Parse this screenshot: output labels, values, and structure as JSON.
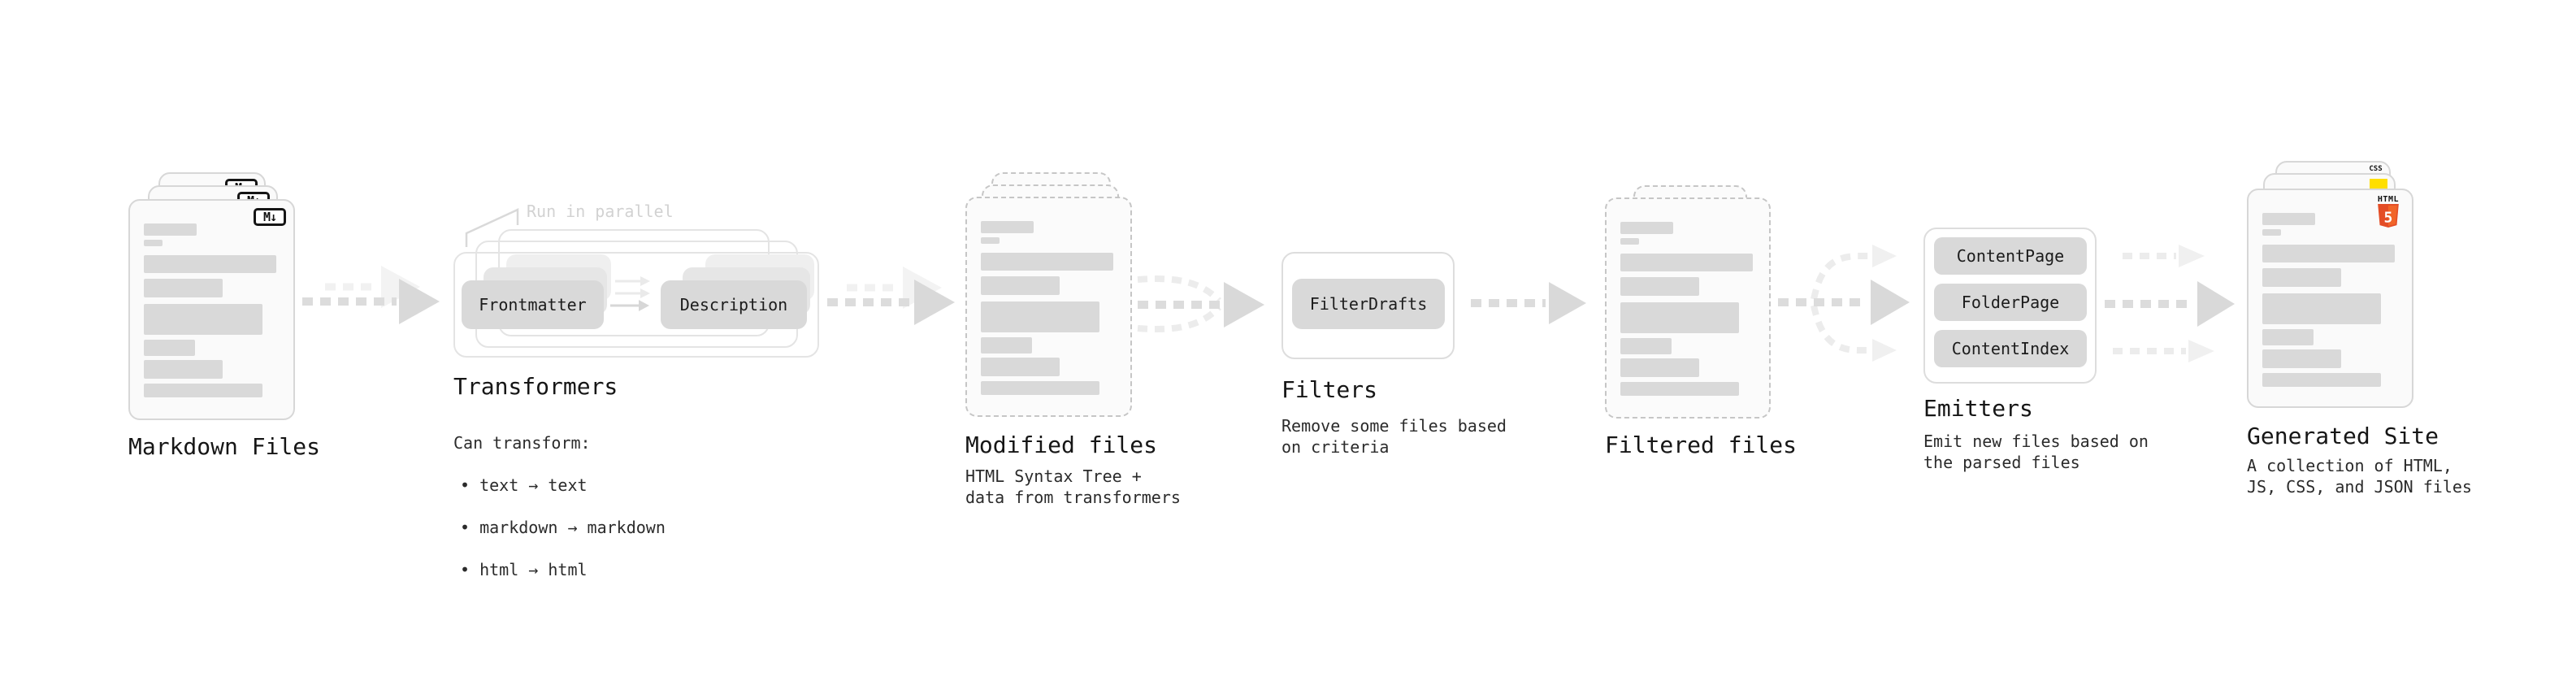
{
  "pipeline": {
    "markdown_files": {
      "label": "Markdown Files",
      "file_icon": "M↓"
    },
    "transformers": {
      "label": "Transformers",
      "annotation": "Run in parallel",
      "pill_left": "Frontmatter",
      "pill_right": "Description",
      "caption_title": "Can transform:",
      "bullets": [
        "• text → text",
        "• markdown → markdown",
        "• html → html"
      ]
    },
    "modified_files": {
      "label": "Modified files",
      "caption": "HTML Syntax Tree +\ndata from transformers"
    },
    "filters": {
      "label": "Filters",
      "pill": "FilterDrafts",
      "caption": "Remove some files based\non criteria"
    },
    "filtered_files": {
      "label": "Filtered files"
    },
    "emitters": {
      "label": "Emitters",
      "pills": [
        "ContentPage",
        "FolderPage",
        "ContentIndex"
      ],
      "caption": "Emit new files based on\nthe parsed files"
    },
    "generated_site": {
      "label": "Generated Site",
      "caption": "A collection of HTML,\nJS, CSS, and JSON files",
      "badges": {
        "css": "CSS",
        "html_word": "HTML",
        "html_number": "5"
      }
    }
  },
  "colors": {
    "html5_orange": "#e44d26",
    "html5_orange_light": "#f16529",
    "css_blue": "#2e5bff",
    "js_yellow": "#ffdf00",
    "arrow_gray": "#dcdcdc",
    "arrow_ghost": "#f0f0f0"
  }
}
